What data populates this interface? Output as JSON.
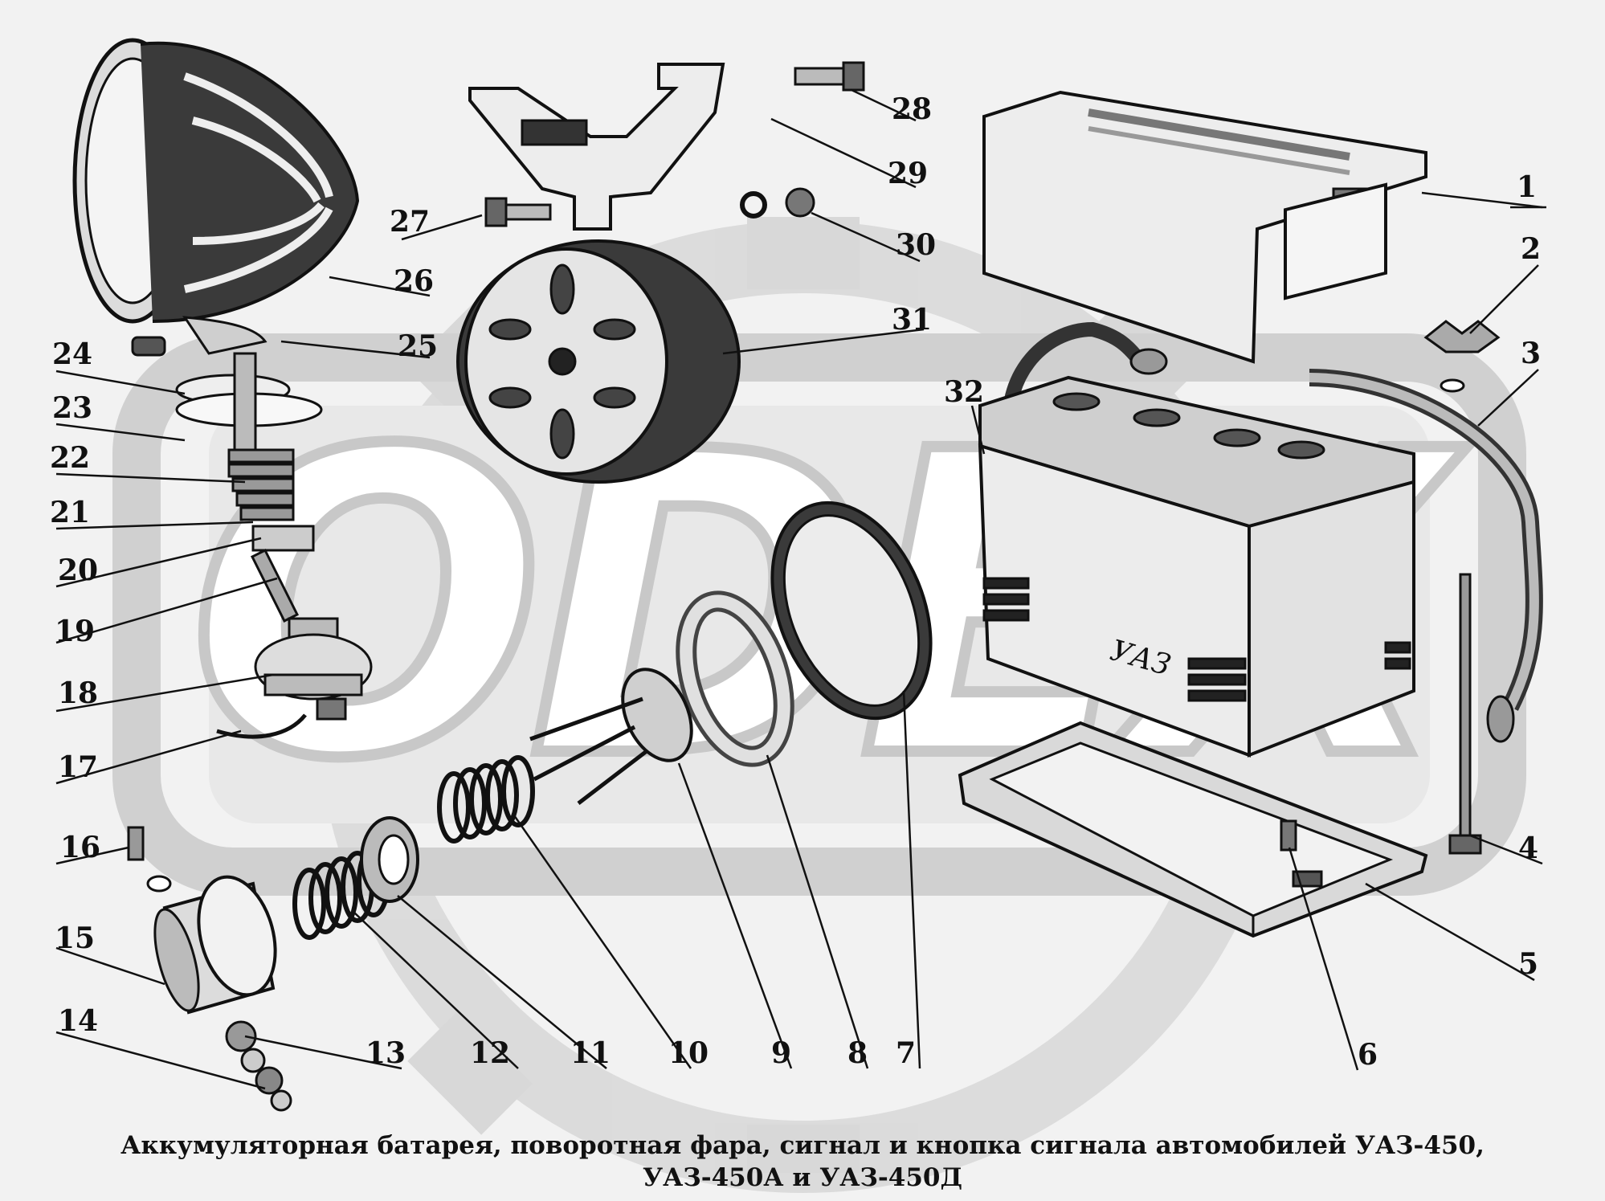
{
  "caption": {
    "line1": "Аккумуляторная батарея, поворотная фара, сигнал и кнопка сигнала автомобилей УАЗ-450,",
    "line2": "УАЗ-450А и УАЗ-450Д"
  },
  "watermark": {
    "text": "ODEX"
  },
  "battery_mark": "УАЗ",
  "callouts": [
    "1",
    "2",
    "3",
    "4",
    "5",
    "6",
    "7",
    "8",
    "9",
    "10",
    "11",
    "12",
    "13",
    "14",
    "15",
    "16",
    "17",
    "18",
    "19",
    "20",
    "21",
    "22",
    "23",
    "24",
    "25",
    "26",
    "27",
    "28",
    "29",
    "30",
    "31",
    "32"
  ],
  "colors": {
    "ink": "#111111",
    "paper": "#f2f2f2",
    "watermark": "#d0d0d0",
    "part_fill": "#e6e6e6"
  }
}
